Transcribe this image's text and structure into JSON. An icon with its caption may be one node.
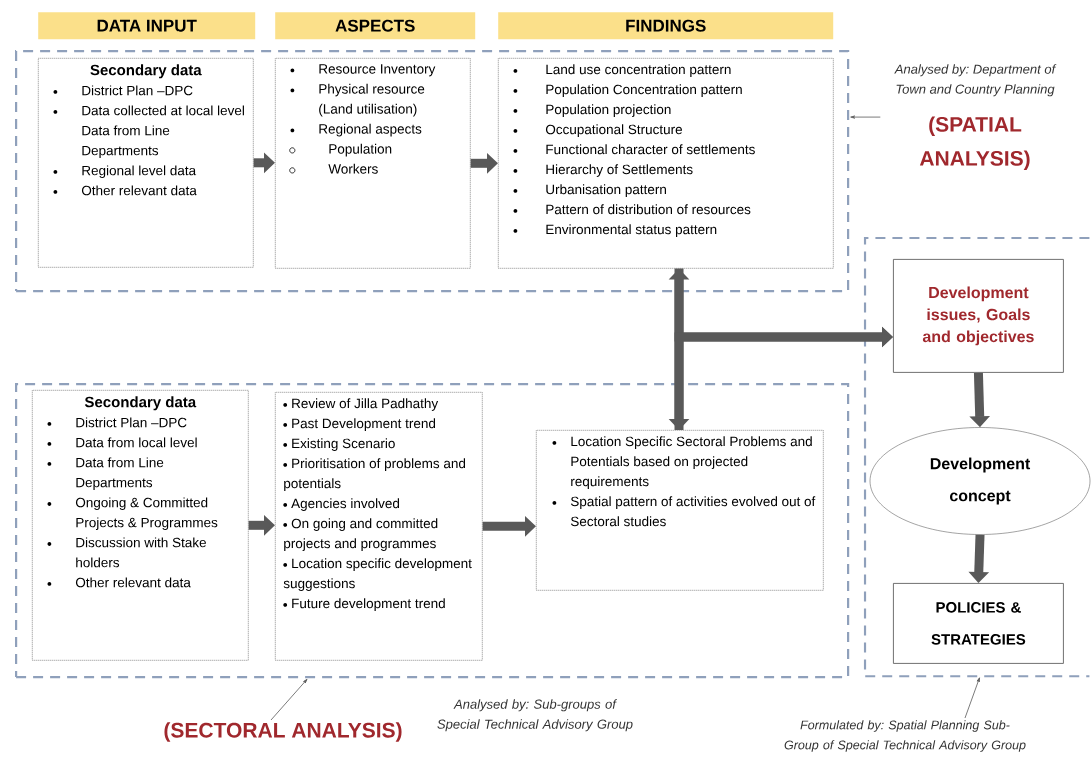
{
  "diagram": {
    "nodes": [
      {
        "text": [
          "DATA INPUT"
        ]
      },
      {
        "text": [
          "ASPECTS"
        ]
      },
      {
        "text": [
          "FINDINGS"
        ]
      },
      {
        "text": [],
        "shape": "box"
      },
      {
        "text": [
          "Secondary data",
          "District Plan –DPC",
          "Data collected at local level Data from Line Departments",
          "Regional level data",
          "Other relevant data"
        ],
        "in": 3
      },
      {
        "text": [
          "Resource Inventory",
          "Physical resource (Land utilisation)",
          "Regional aspects",
          "Population",
          "Workers"
        ],
        "in": 3
      },
      {
        "text": [
          "Land use concentration pattern",
          "Population Concentration pattern",
          "Population projection",
          "Occupational Structure",
          "Functional character of settlements",
          "Hierarchy of Settlements",
          "Urbanisation pattern",
          "Pattern of distribution of resources",
          "Environmental status pattern"
        ],
        "in": 3
      },
      {
        "text": [
          "Analysed by: Department of Town and Country Planning",
          "(SPATIAL ANALYSIS)"
        ]
      },
      {
        "text": [],
        "shape": "box"
      },
      {
        "text": [
          "Development issues, Goals and objectives"
        ],
        "in": 8
      },
      {
        "text": [
          "Development concept"
        ],
        "in": 8
      },
      {
        "text": [
          "POLICIES & STRATEGIES"
        ],
        "in": 8
      },
      {
        "text": [],
        "shape": "box"
      },
      {
        "text": [
          "Secondary data",
          "District Plan –DPC",
          "Data from local level",
          "Data from Line Departments",
          "Ongoing & Committed Projects & Programmes",
          "Discussion with Stake holders",
          "Other relevant data"
        ],
        "in": 12
      },
      {
        "text": [
          "Review of Jilla Padhathy",
          "Past Development trend",
          "Existing Scenario",
          "Prioritisation of problems and potentials",
          "Agencies involved",
          "On going and committed projects and programmes",
          "Location specific development suggestions",
          "Future development trend"
        ],
        "in": 12
      },
      {
        "text": [
          "Location Specific Sectoral Problems and Potentials based on projected requirements",
          "Spatial pattern of activities evolved out of Sectoral studies"
        ],
        "in": 12
      },
      {
        "text": [
          "(SECTORAL ANALYSIS)"
        ]
      },
      {
        "text": [
          "Formulated by: Spatial Planning Sub-Group of Special Technical Advisory Group"
        ]
      }
    ],
    "edges": [
      {
        "from": 4,
        "to": 5,
        "arrow": "to"
      },
      {
        "from": 5,
        "to": 6,
        "arrow": "to"
      },
      {
        "from": 13,
        "to": 14,
        "arrow": "to"
      },
      {
        "from": 14,
        "to": 15,
        "arrow": "to"
      },
      {
        "from": 6,
        "to": 15,
        "arrow": "both"
      },
      {
        "from": 6,
        "to": 9,
        "arrow": "to"
      },
      {
        "from": 15,
        "to": 9,
        "arrow": "to"
      },
      {
        "from": 9,
        "to": 10,
        "arrow": "to"
      },
      {
        "from": 10,
        "to": 11,
        "arrow": "to"
      },
      {
        "from": 7,
        "to": 3,
        "arrow": "to"
      },
      {
        "from": 16,
        "to": 12,
        "arrow": "to"
      },
      {
        "from": 17,
        "to": 8,
        "arrow": "to"
      }
    ],
    "labels": [
      "Analysed by: Sub-groups of Special Technical Advisory Group"
    ]
  }
}
